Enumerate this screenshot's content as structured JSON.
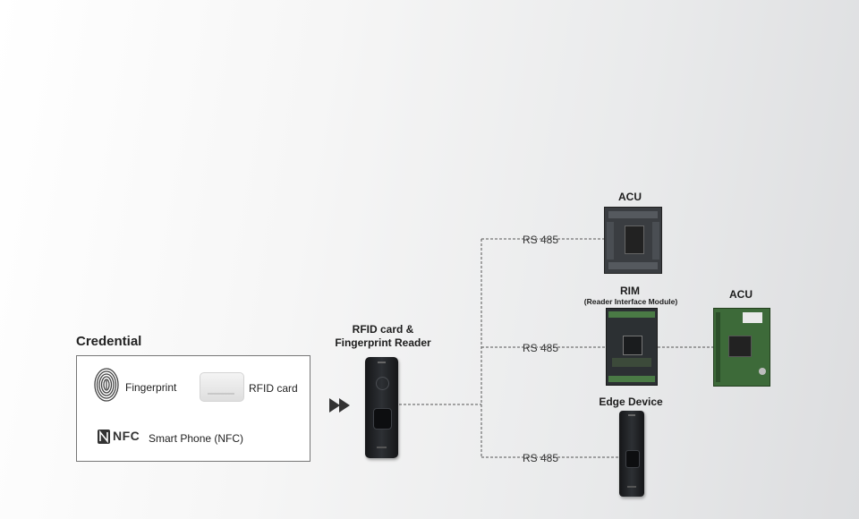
{
  "credential": {
    "title": "Credential",
    "items": [
      {
        "label": "Fingerprint",
        "icon": "fingerprint-icon"
      },
      {
        "label": "RFID card",
        "icon": "rfid-card-icon"
      },
      {
        "label": "Smart Phone (NFC)",
        "icon": "nfc-icon",
        "badge": "NFC"
      }
    ]
  },
  "reader": {
    "title_line1": "RFID card &",
    "title_line2": "Fingerprint Reader"
  },
  "devices": {
    "acu_top": {
      "title": "ACU"
    },
    "rim": {
      "title": "RIM",
      "subtitle": "(Reader Interface Module)"
    },
    "acu_right": {
      "title": "ACU"
    },
    "edge": {
      "title": "Edge Device"
    }
  },
  "links": {
    "rs485_top": "RS 485",
    "rs485_mid": "RS 485",
    "rs485_bottom": "RS 485"
  },
  "colors": {
    "line": "#555555",
    "board_dark": "#2e3134",
    "board_green": "#3e6b3a",
    "device_black": "#1f2124"
  }
}
